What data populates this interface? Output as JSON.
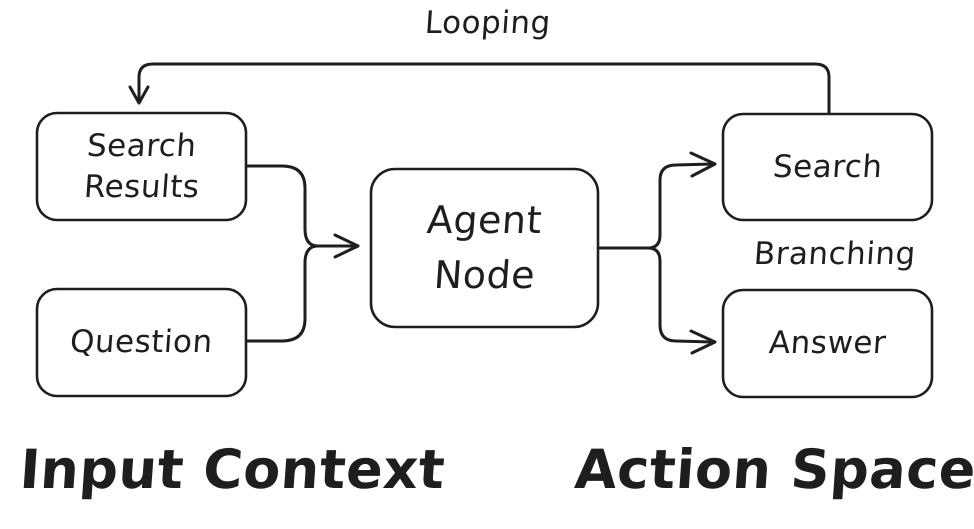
{
  "canvas": {
    "background": "#ffffff",
    "stroke_color": "#1e1e1e",
    "text_color": "#1e1e1e",
    "style": "hand-drawn flowchart"
  },
  "nodes": {
    "search_results": {
      "line1": "Search",
      "line2": "Results"
    },
    "question": {
      "label": "Question"
    },
    "agent_node": {
      "line1": "Agent",
      "line2": "Node"
    },
    "search": {
      "label": "Search"
    },
    "answer": {
      "label": "Answer"
    }
  },
  "edge_labels": {
    "looping": "Looping",
    "branching": "Branching"
  },
  "section_labels": {
    "input_context": "Input Context",
    "action_space": "Action Space"
  },
  "edges": [
    {
      "from": "search_results",
      "to": "agent_node"
    },
    {
      "from": "question",
      "to": "agent_node"
    },
    {
      "from": "agent_node",
      "to": "search"
    },
    {
      "from": "agent_node",
      "to": "answer"
    },
    {
      "from": "search",
      "to": "search_results",
      "label": "Looping"
    }
  ]
}
